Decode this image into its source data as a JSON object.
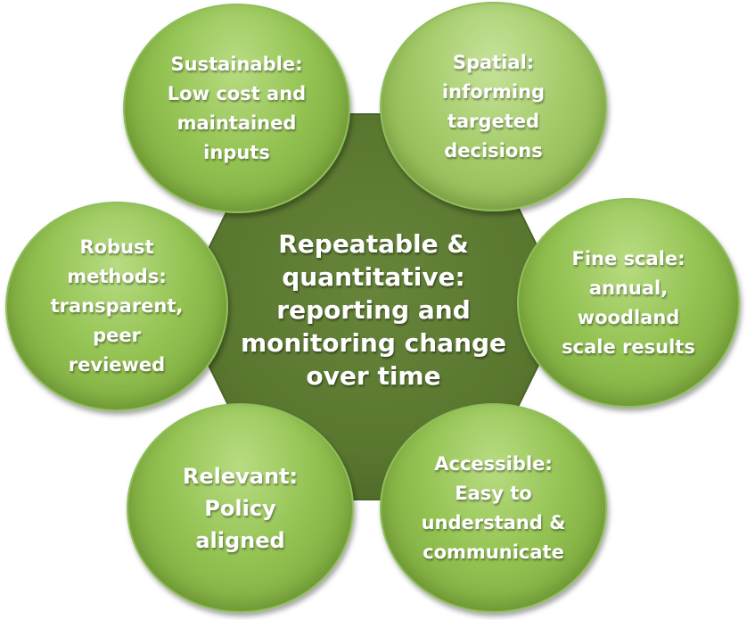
{
  "diagram": {
    "center": {
      "text": "Repeatable &\nquantitative:\nreporting and\nmonitoring change\nover time",
      "color": "#5e7a30"
    },
    "bubbles": {
      "sustainable": "Sustainable:\nLow cost and\nmaintained\ninputs",
      "spatial": "Spatial:\ninforming\ntargeted\ndecisions",
      "fine_scale": "Fine scale:\nannual,\nwoodland\nscale results",
      "accessible": "Accessible:\nEasy to\nunderstand &\ncommunicate",
      "relevant": "Relevant:\nPolicy\naligned",
      "robust": "Robust\nmethods:\ntransparent,\npeer\nreviewed"
    },
    "colors": {
      "bubble_green": "#94c353",
      "bubble_light_green": "#a5cb6a",
      "center_dark_green": "#5e7a30"
    }
  }
}
